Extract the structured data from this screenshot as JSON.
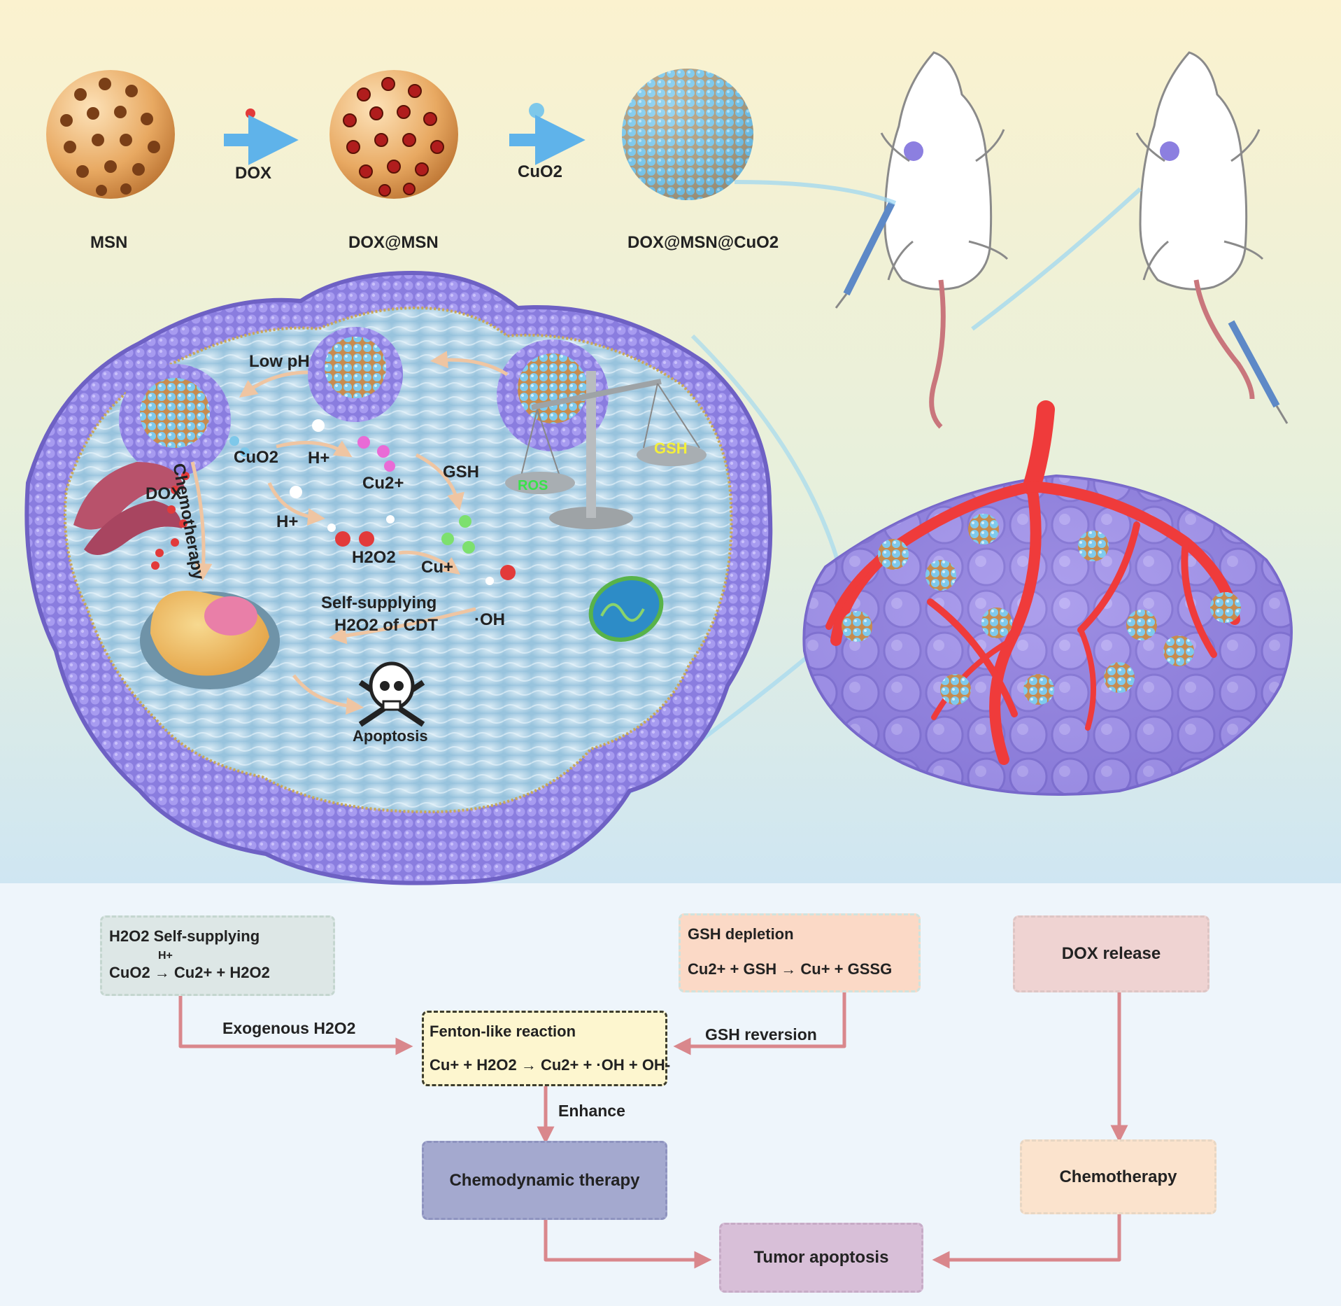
{
  "synthesis": {
    "msn": "MSN",
    "dox_step": "DOX",
    "dox_msn": "DOX@MSN",
    "cuo2_step": "CuO2",
    "final": "DOX@MSN@CuO2"
  },
  "cell": {
    "low_ph": "Low pH",
    "cuo2": "CuO2",
    "h_plus_1": "H+",
    "h_plus_2": "H+",
    "cu2": "Cu2+",
    "gsh": "GSH",
    "dox": "DOX",
    "chemotherapy": "Chemotherapy",
    "h2o2": "H2O2",
    "cu_plus": "Cu+",
    "oh": "·OH",
    "self_supplying_1": "Self-supplying",
    "self_supplying_2": "H2O2 of CDT",
    "apoptosis": "Apoptosis",
    "ros": "ROS",
    "balance_gsh": "GSH"
  },
  "scheme": {
    "h2o2_box_title": "H2O2 Self-supplying",
    "h2o2_box_eq": "CuO2 → Cu2+ + H2O2",
    "h2o2_box_catalyst": "H+",
    "gsh_box_title": "GSH depletion",
    "gsh_box_eq": "Cu2+ + GSH → Cu+ + GSSG",
    "dox_box": "DOX release",
    "exogenous": "Exogenous H2O2",
    "gsh_reversion": "GSH reversion",
    "fenton_title": "Fenton-like reaction",
    "fenton_eq": "Cu+ + H2O2 → Cu2+ + ·OH + OH-",
    "enhance": "Enhance",
    "cdt": "Chemodynamic therapy",
    "chemo": "Chemotherapy",
    "tumor": "Tumor apoptosis"
  },
  "colors": {
    "membrane": "#8c7fe0",
    "cytoplasm": "#bcd8ea",
    "arrow_flow": "#d9878c",
    "nanoparticle": "#7ec8ea",
    "vessel": "#ef3b3b"
  }
}
